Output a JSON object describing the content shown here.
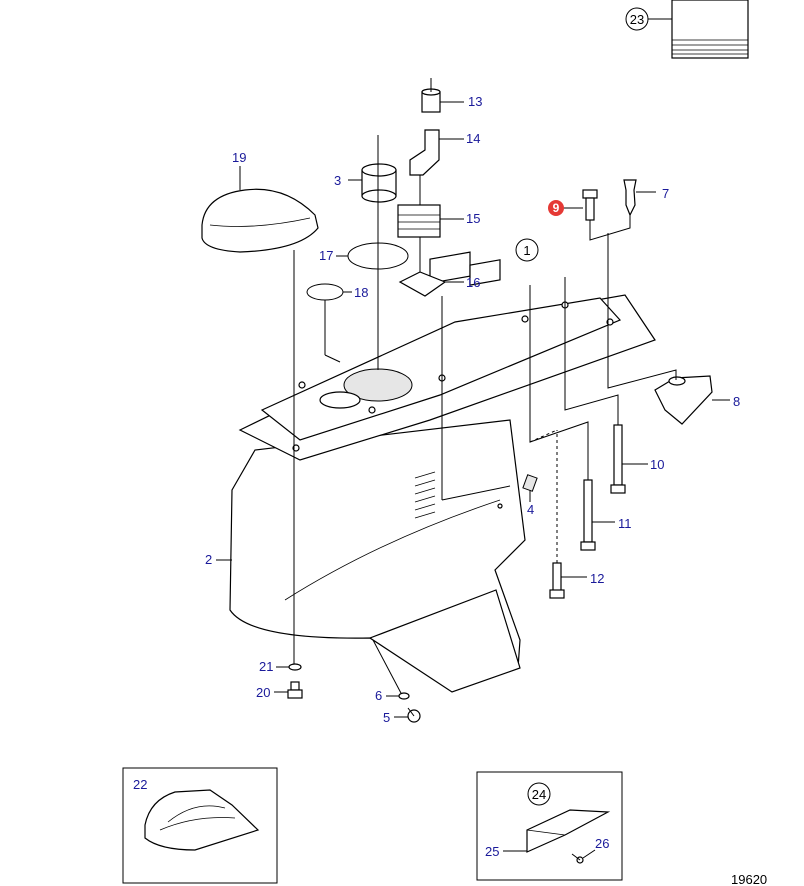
{
  "figure_number": "19620",
  "highlight_color": "#e53935",
  "label_color": "#1a1a9a",
  "callouts": {
    "c1": "1",
    "c2": "2",
    "c3": "3",
    "c4": "4",
    "c5": "5",
    "c6": "6",
    "c7": "7",
    "c8": "8",
    "c9": "9",
    "c10": "10",
    "c11": "11",
    "c12": "12",
    "c13": "13",
    "c14": "14",
    "c15": "15",
    "c16": "16",
    "c17": "17",
    "c18": "18",
    "c19": "19",
    "c20": "20",
    "c21": "21",
    "c22": "22",
    "c23": "23",
    "c24": "24",
    "c25": "25",
    "c26": "26"
  },
  "highlighted_part": "9"
}
